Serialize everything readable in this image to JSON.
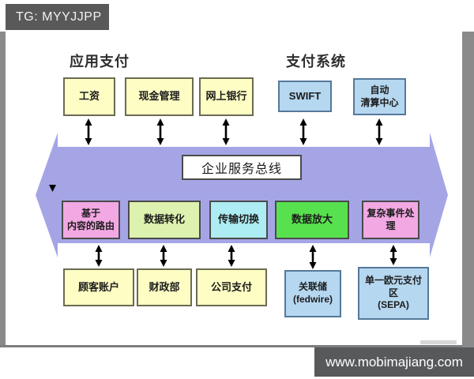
{
  "banners": {
    "top": "TG: MYYJJPP",
    "bottom": "www.mobimajiang.com"
  },
  "headers": {
    "left": "应用支付",
    "right": "支付系统"
  },
  "esb": {
    "label": "企业服务总线"
  },
  "top_row": [
    {
      "label": "工资"
    },
    {
      "label": "现金管理"
    },
    {
      "label": "网上银行"
    },
    {
      "label": "SWIFT"
    },
    {
      "label": "自动\n清算中心"
    }
  ],
  "middle_row": [
    {
      "label": "基于\n内容的路由",
      "color": "#f2a8e2"
    },
    {
      "label": "数据转化",
      "color": "#ddf2ae"
    },
    {
      "label": "传输切换",
      "color": "#acecf2"
    },
    {
      "label": "数据放大",
      "color": "#58e14e"
    },
    {
      "label": "复杂事件处\n理",
      "color": "#f2a8e2"
    }
  ],
  "bottom_row": [
    {
      "label": "顾客账户"
    },
    {
      "label": "财政部"
    },
    {
      "label": "公司支付"
    },
    {
      "label": "关联储\n(fedwire)"
    },
    {
      "label": "单一欧元支付\n区\n(SEPA)"
    }
  ],
  "colors": {
    "band": "#a5a5e6",
    "app_box": "#fdfdc4",
    "system_box": "#b5d7f0",
    "banner_gray": "#595959",
    "frame_gray": "#8a8a8a"
  }
}
